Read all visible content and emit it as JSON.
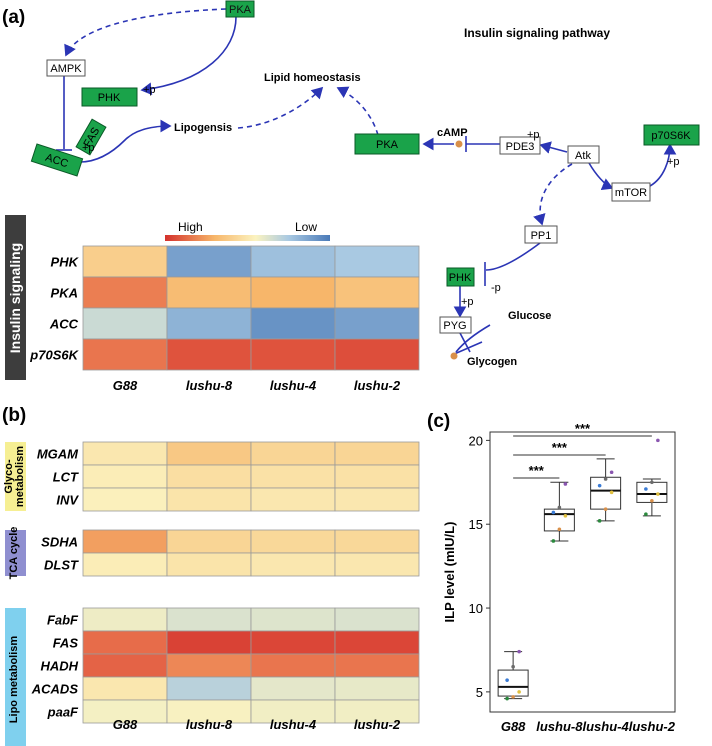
{
  "panel_labels": {
    "a": "(a)",
    "b": "(b)",
    "c": "(c)"
  },
  "pathway": {
    "title": "Insulin signaling pathway",
    "nodes": {
      "pka_top": "PKA",
      "ampk": "AMPK",
      "phk_top": "PHK",
      "fas": "FAS",
      "acc": "ACC",
      "pka_mid": "PKA",
      "pde3": "PDE3",
      "atk": "Atk",
      "p70s6k": "p70S6K",
      "mtor": "mTOR",
      "pp1": "PP1",
      "phk_mid": "PHK",
      "pyg": "PYG"
    },
    "labels": {
      "lipogensis": "Lipogensis",
      "lipid_homeostasis": "Lipid homeostasis",
      "camp": "cAMP",
      "glucose": "Glucose",
      "glycogen": "Glycogen",
      "plus_p": "+p",
      "minus_p": "-p"
    },
    "colors": {
      "green_node": "#1aa34a",
      "arrow": "#2b35b5",
      "dot": "#d9904a"
    }
  },
  "heatmap_a": {
    "legend_high": "High",
    "legend_low": "Low",
    "side_label": "Insulin signaling",
    "rows": [
      "PHK",
      "PKA",
      "ACC",
      "p70S6K"
    ],
    "columns": [
      "G88",
      "lushu-8",
      "lushu-4",
      "lushu-2"
    ],
    "levels": [
      [
        0.62,
        0.12,
        0.22,
        0.25
      ],
      [
        0.82,
        0.68,
        0.7,
        0.66
      ],
      [
        0.35,
        0.18,
        0.08,
        0.12
      ],
      [
        0.84,
        0.92,
        0.92,
        0.93
      ]
    ]
  },
  "heatmap_b": {
    "groups": [
      {
        "label": "Glyco-\nmetabolism",
        "color": "#f6ef93",
        "rows": [
          "MGAM",
          "LCT",
          "INV"
        ],
        "levels": [
          [
            0.54,
            0.64,
            0.6,
            0.6
          ],
          [
            0.52,
            0.57,
            0.56,
            0.56
          ],
          [
            0.51,
            0.55,
            0.54,
            0.54
          ]
        ]
      },
      {
        "label": "TCA cycle",
        "color": "#8f8fd0",
        "rows": [
          "SDHA",
          "DLST"
        ],
        "levels": [
          [
            0.75,
            0.6,
            0.59,
            0.59
          ],
          [
            0.52,
            0.55,
            0.54,
            0.54
          ]
        ]
      },
      {
        "label": "Lipo metabolism",
        "color": "#7fd0ee",
        "rows": [
          "FabF",
          "FAS",
          "HADH",
          "ACADS",
          "paaF"
        ],
        "levels": [
          [
            0.46,
            0.4,
            0.41,
            0.4
          ],
          [
            0.86,
            0.96,
            0.95,
            0.95
          ],
          [
            0.88,
            0.8,
            0.84,
            0.84
          ],
          [
            0.54,
            0.3,
            0.43,
            0.44
          ],
          [
            0.48,
            0.49,
            0.47,
            0.47
          ]
        ]
      }
    ],
    "columns": [
      "G88",
      "lushu-8",
      "lushu-4",
      "lushu-2"
    ]
  },
  "chart_data": {
    "type": "box",
    "title": "",
    "xlabel": "",
    "ylabel": "ILP level (mIU/L)",
    "ylim": [
      3.8,
      20.5
    ],
    "yticks": [
      5,
      10,
      15,
      20
    ],
    "categories": [
      "G88",
      "lushu-8",
      "lushu-4",
      "lushu-2"
    ],
    "boxes": [
      {
        "min": 4.6,
        "q1": 4.75,
        "median": 5.3,
        "q3": 6.3,
        "max": 7.4
      },
      {
        "min": 14.0,
        "q1": 14.6,
        "median": 15.6,
        "q3": 15.9,
        "max": 17.5
      },
      {
        "min": 15.2,
        "q1": 15.9,
        "median": 17.0,
        "q3": 17.8,
        "max": 18.9
      },
      {
        "min": 15.5,
        "q1": 16.3,
        "median": 16.8,
        "q3": 17.5,
        "max": 17.7
      }
    ],
    "points": [
      [
        4.6,
        4.7,
        5.0,
        5.7,
        6.5,
        7.4
      ],
      [
        14.0,
        14.7,
        15.5,
        15.7,
        16.0,
        17.4
      ],
      [
        15.2,
        15.9,
        16.9,
        17.3,
        17.7,
        18.1
      ],
      [
        15.6,
        16.4,
        16.8,
        17.1,
        17.5,
        20.0
      ]
    ],
    "significance": [
      {
        "pair": [
          "G88",
          "lushu-8"
        ],
        "label": "***"
      },
      {
        "pair": [
          "G88",
          "lushu-4"
        ],
        "label": "***"
      },
      {
        "pair": [
          "G88",
          "lushu-2"
        ],
        "label": "***"
      }
    ],
    "grid": false
  }
}
